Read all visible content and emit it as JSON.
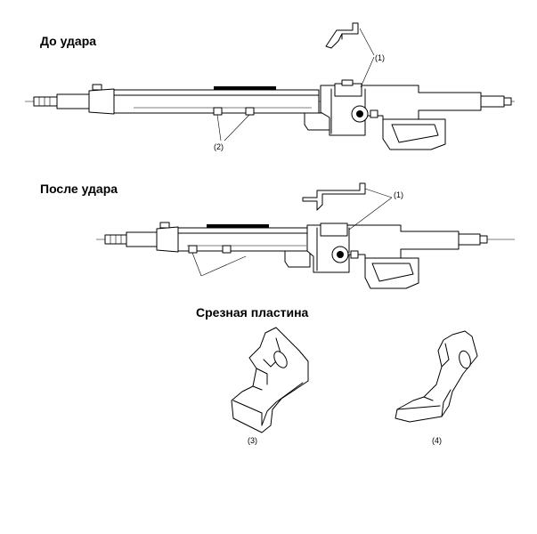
{
  "headings": {
    "before": "До удара",
    "after": "После удара",
    "plate": "Срезная пластина"
  },
  "callouts": {
    "c1_top": "(1)",
    "c2_top": "(2)",
    "c1_mid": "(1)",
    "c3": "(3)",
    "c4": "(4)"
  },
  "colors": {
    "line": "#000000",
    "background": "#ffffff"
  }
}
